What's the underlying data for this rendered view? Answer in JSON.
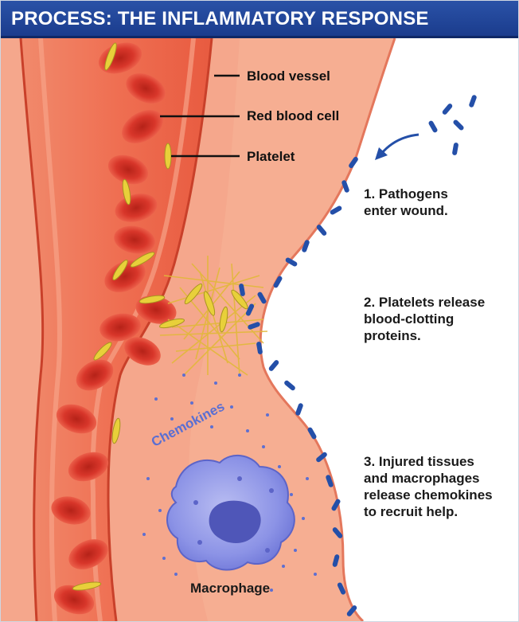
{
  "header": {
    "title": "PROCESS: THE INFLAMMATORY RESPONSE"
  },
  "labels": {
    "blood_vessel": "Blood vessel",
    "red_blood_cell": "Red blood cell",
    "platelet": "Platelet",
    "chemokines": "Chemokines",
    "macrophage": "Macrophage"
  },
  "steps": [
    {
      "lines": [
        "1. Pathogens",
        "enter wound."
      ]
    },
    {
      "lines": [
        "2. Platelets release",
        "blood-clotting",
        "proteins."
      ]
    },
    {
      "lines": [
        "3. Injured tissues",
        "and macrophages",
        "release chemokines",
        "to recruit help."
      ]
    }
  ],
  "colors": {
    "banner": "#1f449a",
    "tissue": "#f6ae92",
    "vessel_wall": "#e35638",
    "red_blood_cell": "#d8362a",
    "platelet": "#e8d03a",
    "pathogen": "#244fa8",
    "macrophage": "#8c93e6"
  },
  "icons": {
    "pathogen_arrow": "curved-arrow-icon"
  }
}
